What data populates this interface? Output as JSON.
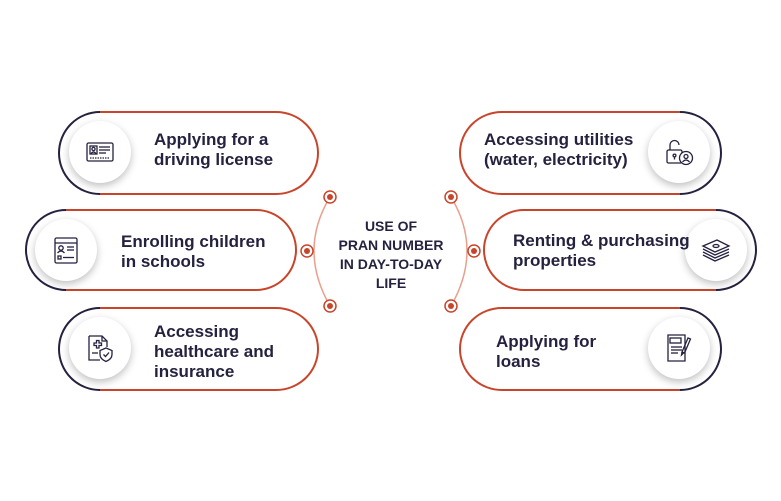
{
  "center": {
    "lines": [
      "USE OF",
      "PRAN NUMBER",
      "IN DAY-TO-DAY",
      "LIFE"
    ]
  },
  "items": [
    {
      "label_lines": [
        "Applying for a",
        "driving license"
      ],
      "icon": "driving-license-card-icon"
    },
    {
      "label_lines": [
        "Enrolling children",
        "in schools"
      ],
      "icon": "student-id-card-icon"
    },
    {
      "label_lines": [
        "Accessing",
        "healthcare and",
        "insurance"
      ],
      "icon": "health-insurance-shield-icon"
    },
    {
      "label_lines": [
        "Accessing utilities",
        "(water, electricity)"
      ],
      "icon": "unlocked-padlock-user-icon"
    },
    {
      "label_lines": [
        "Renting & purchasing",
        "properties"
      ],
      "icon": "money-stack-icon"
    },
    {
      "label_lines": [
        "Applying for",
        "loans"
      ],
      "icon": "loan-document-icon"
    }
  ],
  "colors": {
    "accent": "#c8452b",
    "dark": "#24223f",
    "connector_light": "#e8a08c"
  }
}
